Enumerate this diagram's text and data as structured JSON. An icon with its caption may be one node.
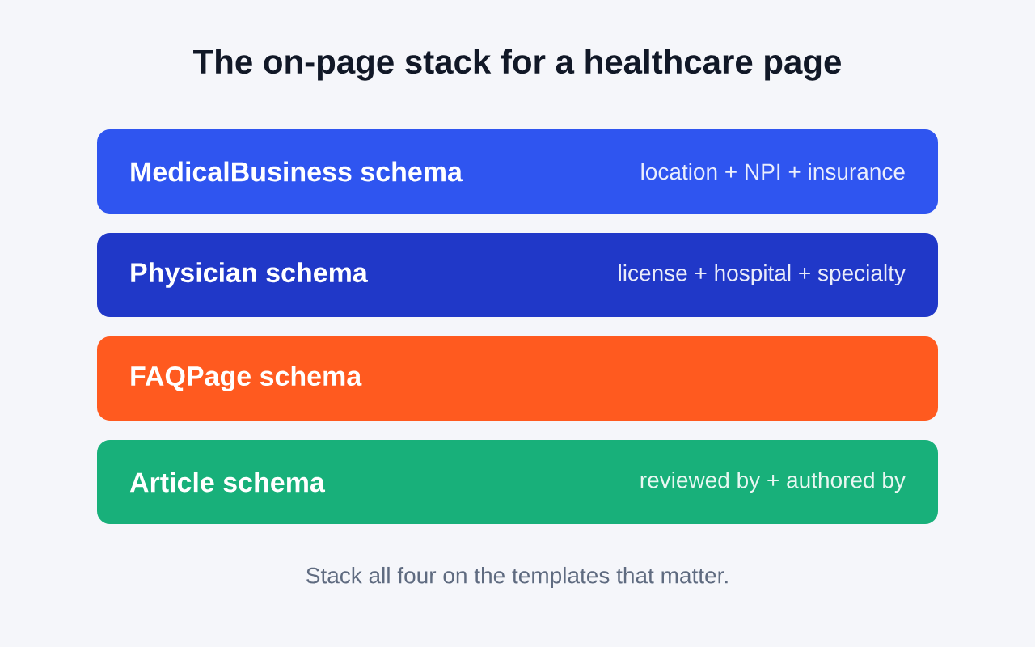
{
  "diagram": {
    "title": "The on-page stack for a healthcare page",
    "nodes": [
      {
        "text": [
          "MedicalBusiness schema",
          "location + NPI + insurance"
        ]
      },
      {
        "text": [
          "Physician schema",
          "license + hospital + specialty"
        ]
      },
      {
        "text": [
          "FAQPage schema"
        ]
      },
      {
        "text": [
          "Article schema",
          "reviewed by + authored by"
        ]
      }
    ],
    "caption": "Stack all four on the templates that matter."
  }
}
